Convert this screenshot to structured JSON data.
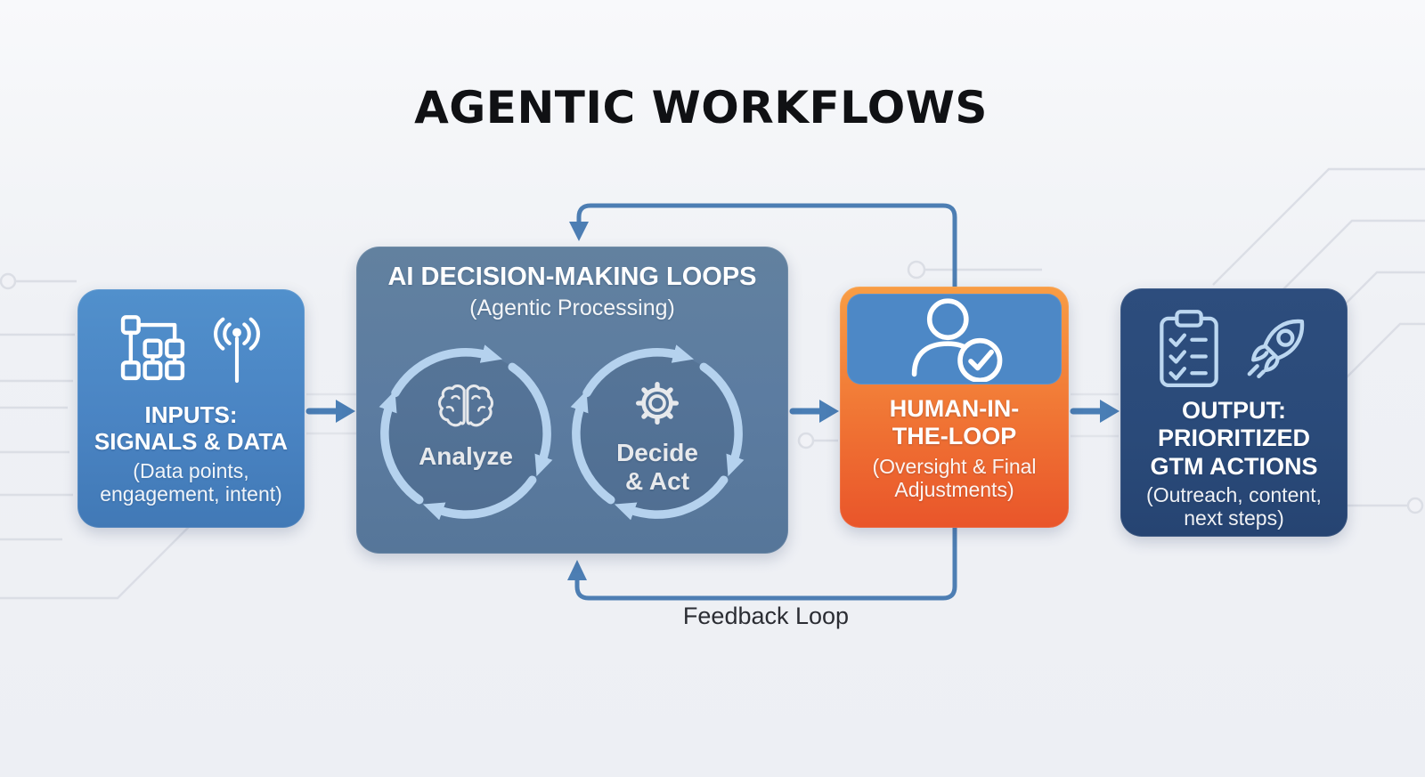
{
  "title": "AGENTIC WORKFLOWS",
  "nodes": {
    "inputs": {
      "heading": "INPUTS:\nSIGNALS & DATA",
      "subtext": "(Data points,\nengagement, intent)",
      "icons": [
        "flowchart-icon",
        "antenna-icon"
      ]
    },
    "ai": {
      "title": "AI DECISION-MAKING LOOPS",
      "subtitle": "(Agentic Processing)",
      "loops": [
        {
          "label": "Analyze",
          "icon": "brain-icon"
        },
        {
          "label": "Decide\n& Act",
          "icon": "gear-icon"
        }
      ]
    },
    "hitl": {
      "heading": "HUMAN-IN-\nTHE-LOOP",
      "subtext": "(Oversight & Final\nAdjustments)",
      "icon": "person-check-icon"
    },
    "output": {
      "heading": "OUTPUT:\nPRIORITIZED\nGTM ACTIONS",
      "subtext": "(Outreach, content,\nnext steps)",
      "icons": [
        "clipboard-icon",
        "rocket-icon"
      ]
    }
  },
  "feedback": {
    "label": "Feedback Loop"
  },
  "colors": {
    "background": "#eff1f5",
    "title_text": "#101114",
    "inputs_box_blue": "#4a84c3",
    "ai_box_slate": "#5c7ca1",
    "hitl_orange_top": "#f89d45",
    "hitl_orange_bottom": "#e9552a",
    "hitl_header_blue": "#4d88c6",
    "output_navy": "#2a4a79",
    "flow_arrow_blue": "#4a7eb5",
    "feedback_line_blue": "#4d7eb3",
    "loop_arrow_light_blue": "#b5d2ee",
    "icon_light_blue": "#bcd7f0",
    "circuit_trace_gray": "#d9dce4",
    "feedback_label_text": "#2b2d33"
  }
}
